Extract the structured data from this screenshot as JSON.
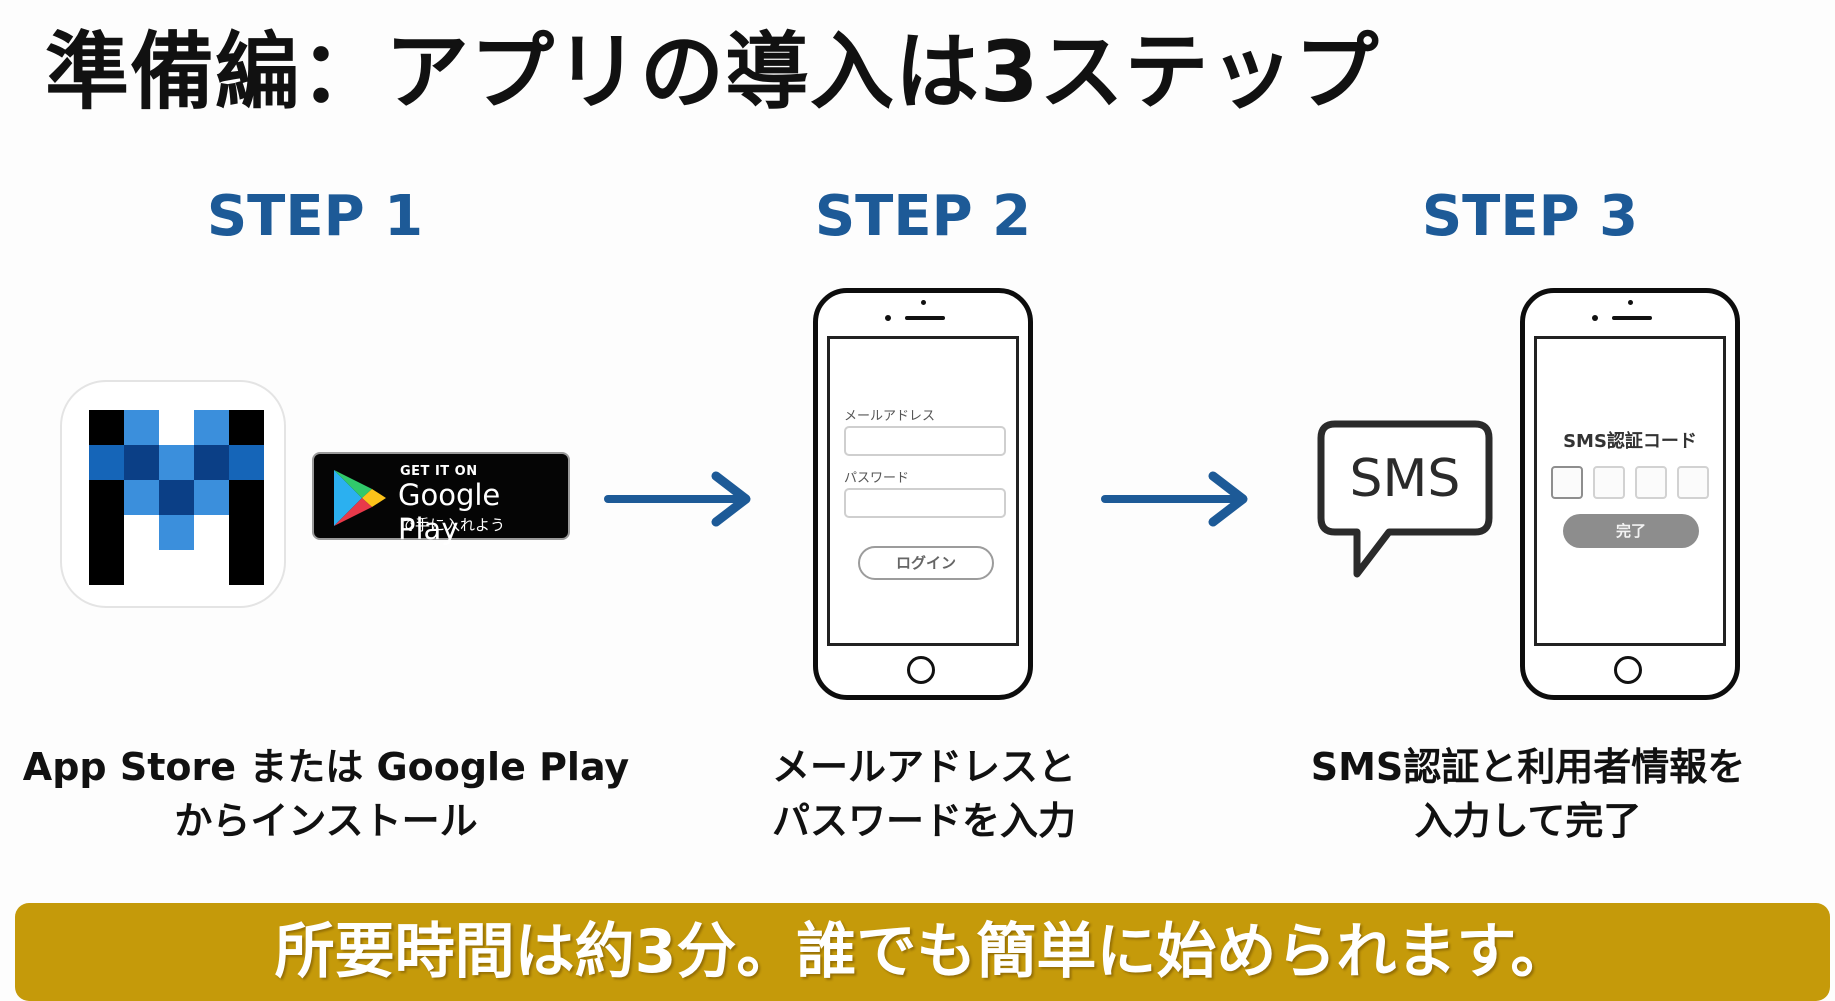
{
  "title": "準備編：アプリの導入は3ステップ",
  "accent_colors": {
    "step_label": "#1d5a97",
    "arrow": "#1d5a97",
    "banner": "#c59a0a"
  },
  "steps": [
    {
      "label": "STEP 1",
      "caption_lines": [
        "App Store または Google Play",
        "からインストール"
      ],
      "icons": [
        "app-icon",
        "google-play-badge"
      ]
    },
    {
      "label": "STEP 2",
      "caption_lines": [
        "メールアドレスと",
        "パスワードを入力"
      ],
      "icons": [
        "smartphone-login-icon"
      ]
    },
    {
      "label": "STEP 3",
      "caption_lines": [
        "SMS認証と利用者情報を",
        "入力して完了"
      ],
      "icons": [
        "sms-bubble-icon",
        "smartphone-sms-code-icon"
      ]
    }
  ],
  "google_play_badge": {
    "line1": "GET IT ON",
    "line2": "Google Play",
    "line3": "で手に入れよう"
  },
  "app_icon": {
    "grid": [
      [
        "#000000",
        "#3b8fdc",
        "#ffffff",
        "#3b8fdc",
        "#000000"
      ],
      [
        "#1565b8",
        "#0b3f86",
        "#3b8fdc",
        "#0b3f86",
        "#1565b8"
      ],
      [
        "#000000",
        "#3b8fdc",
        "#0b3f86",
        "#3b8fdc",
        "#000000"
      ],
      [
        "#000000",
        "#ffffff",
        "#3b8fdc",
        "#ffffff",
        "#000000"
      ],
      [
        "#000000",
        "#ffffff",
        "#ffffff",
        "#ffffff",
        "#000000"
      ]
    ]
  },
  "login_screen": {
    "email_label": "メールアドレス",
    "password_label": "パスワード",
    "email_value": "",
    "password_value": "",
    "login_button": "ログイン"
  },
  "sms_bubble": {
    "text": "SMS"
  },
  "sms_screen": {
    "title": "SMS認証コード",
    "code_digits": [
      "",
      "",
      "",
      ""
    ],
    "done_button": "完了"
  },
  "banner": {
    "text": "所要時間は約3分。誰でも簡単に始められます。"
  }
}
